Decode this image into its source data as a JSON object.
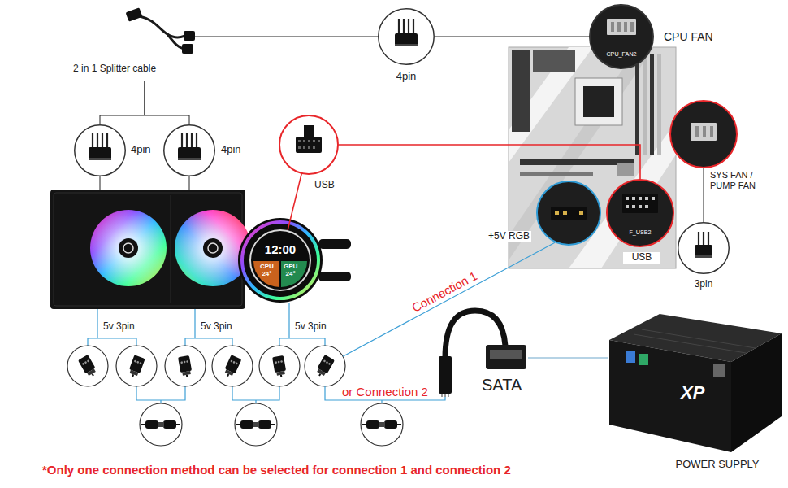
{
  "diagram": {
    "nodes": [
      {
        "text": [
          "2 in 1 Splitter cable"
        ]
      },
      {
        "text": [
          "4pin"
        ]
      },
      {
        "text": [
          "CPU FAN",
          "CPU_FAN2"
        ]
      },
      {
        "text": [
          "4pin"
        ]
      },
      {
        "text": [
          "4pin"
        ]
      },
      {
        "text": [
          "USB"
        ]
      },
      {
        "text": [
          "SYS FAN / PUMP FAN"
        ]
      },
      {
        "text": [
          "+5V RGB"
        ]
      },
      {
        "text": [
          "USB",
          "F_USB2"
        ]
      },
      {
        "text": [
          "12:00",
          "CPU 24°",
          "GPU 24°"
        ]
      },
      {
        "text": [
          "3pin"
        ]
      },
      {
        "text": [
          "5v 3pin"
        ]
      },
      {
        "text": [
          "5v 3pin"
        ]
      },
      {
        "text": [
          "5v 3pin"
        ]
      },
      {
        "text": [
          "SATA"
        ]
      },
      {
        "text": [
          "POWER SUPPLY"
        ]
      }
    ],
    "edges": [
      {
        "from": 0,
        "to": 1,
        "arrow": "none"
      },
      {
        "from": 1,
        "to": 2,
        "arrow": "none"
      },
      {
        "from": 0,
        "to": 3,
        "arrow": "none"
      },
      {
        "from": 0,
        "to": 4,
        "arrow": "none"
      },
      {
        "from": 9,
        "to": 5,
        "arrow": "none"
      },
      {
        "from": 5,
        "to": 8,
        "arrow": "none"
      },
      {
        "from": 6,
        "to": 10,
        "arrow": "none"
      },
      {
        "from": 13,
        "to": 7,
        "label": "Connection 1",
        "arrow": "none"
      },
      {
        "from": 13,
        "to": 14,
        "label": "or Connection 2",
        "arrow": "none"
      },
      {
        "from": 14,
        "to": 15,
        "arrow": "none"
      }
    ],
    "labels": [
      "*Only one connection method can be selected for connection 1 and connection 2",
      "XP"
    ]
  }
}
